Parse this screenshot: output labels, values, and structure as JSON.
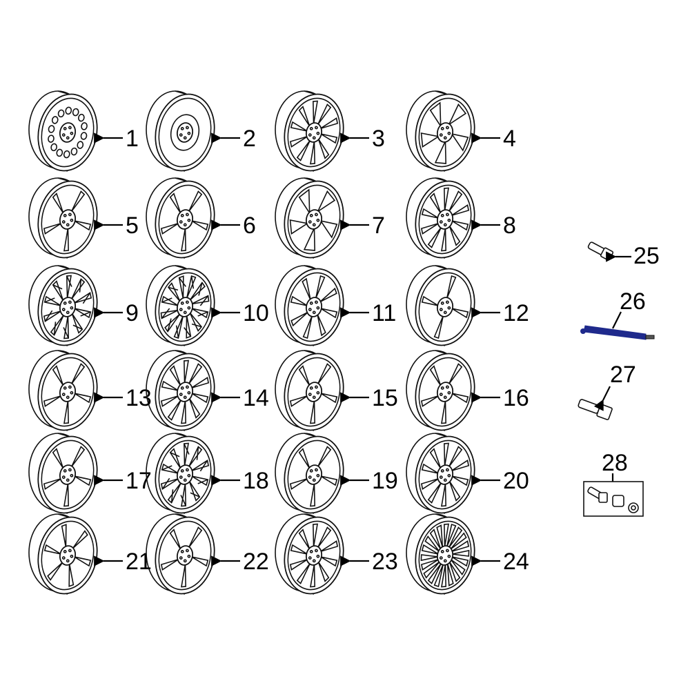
{
  "diagram": {
    "highlight_color": "#1f2a8c",
    "line_color": "#111111",
    "wheels": [
      {
        "id": "1",
        "label": "1",
        "style": "steel-holes",
        "spokes": 0
      },
      {
        "id": "2",
        "label": "2",
        "style": "steel-plain",
        "spokes": 0
      },
      {
        "id": "3",
        "label": "3",
        "style": "spokes",
        "spokes": 10
      },
      {
        "id": "4",
        "label": "4",
        "style": "windows",
        "spokes": 5
      },
      {
        "id": "5",
        "label": "5",
        "style": "spokes",
        "spokes": 5
      },
      {
        "id": "6",
        "label": "6",
        "style": "spokes",
        "spokes": 5
      },
      {
        "id": "7",
        "label": "7",
        "style": "windows",
        "spokes": 5
      },
      {
        "id": "8",
        "label": "8",
        "style": "spokes",
        "spokes": 10
      },
      {
        "id": "9",
        "label": "9",
        "style": "mesh",
        "spokes": 10
      },
      {
        "id": "10",
        "label": "10",
        "style": "mesh",
        "spokes": 12
      },
      {
        "id": "11",
        "label": "11",
        "style": "spokes",
        "spokes": 8
      },
      {
        "id": "12",
        "label": "12",
        "style": "spokes",
        "spokes": 4
      },
      {
        "id": "13",
        "label": "13",
        "style": "spokes",
        "spokes": 5
      },
      {
        "id": "14",
        "label": "14",
        "style": "spokes",
        "spokes": 10
      },
      {
        "id": "15",
        "label": "15",
        "style": "spokes",
        "spokes": 5
      },
      {
        "id": "16",
        "label": "16",
        "style": "spokes",
        "spokes": 5
      },
      {
        "id": "17",
        "label": "17",
        "style": "spokes",
        "spokes": 5
      },
      {
        "id": "18",
        "label": "18",
        "style": "mesh",
        "spokes": 10
      },
      {
        "id": "19",
        "label": "19",
        "style": "spokes",
        "spokes": 5
      },
      {
        "id": "20",
        "label": "20",
        "style": "spokes",
        "spokes": 10
      },
      {
        "id": "21",
        "label": "21",
        "style": "spokes",
        "spokes": 6
      },
      {
        "id": "22",
        "label": "22",
        "style": "spokes",
        "spokes": 5
      },
      {
        "id": "23",
        "label": "23",
        "style": "spokes",
        "spokes": 10
      },
      {
        "id": "24",
        "label": "24",
        "style": "spokes",
        "spokes": 20
      }
    ],
    "parts": [
      {
        "id": "25",
        "label": "25",
        "part": "valve-stem-icon"
      },
      {
        "id": "26",
        "label": "26",
        "part": "tpms-extension-icon",
        "highlighted": true
      },
      {
        "id": "27",
        "label": "27",
        "part": "valve-stem-icon"
      },
      {
        "id": "28",
        "label": "28",
        "part": "valve-kit-icon"
      }
    ]
  }
}
